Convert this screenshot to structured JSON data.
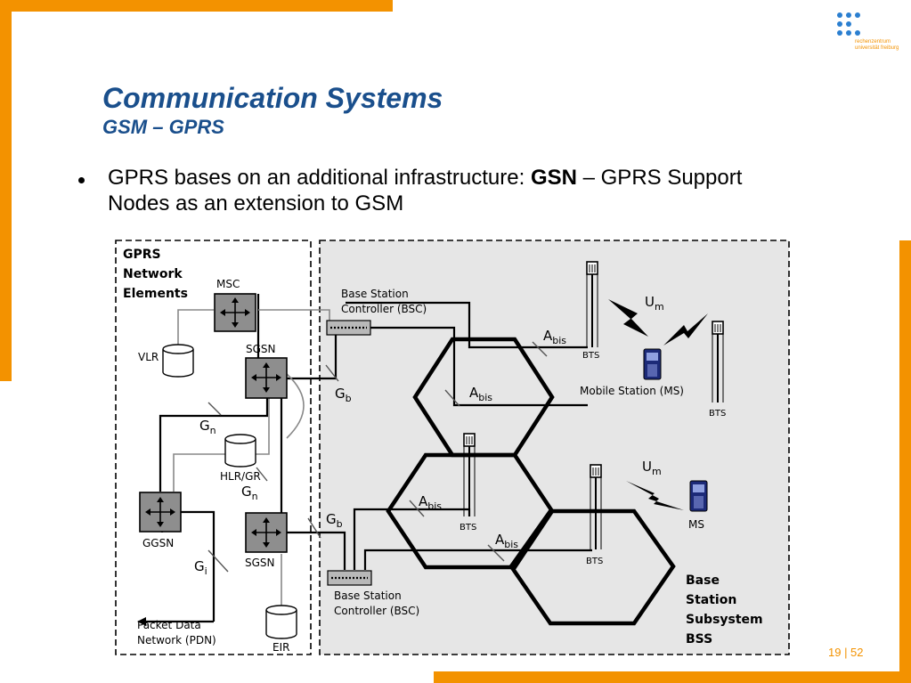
{
  "slide": {
    "title": "Communication Systems",
    "subtitle": "GSM – GPRS",
    "logo_text_1": "rechenzentrum",
    "logo_text_2": "universität freiburg",
    "bullet_prefix": "GPRS bases on an additional infrastructure: ",
    "bullet_bold": "GSN",
    "bullet_suffix": " – GPRS Support Nodes as an extension to GSM",
    "page_number": "19 | 52",
    "colors": {
      "accent": "#f39200",
      "title": "#1a4f8c",
      "logo": "#2b7fd0"
    }
  },
  "diagram": {
    "gprs_heading": [
      "GPRS",
      "Network",
      "Elements"
    ],
    "bss_heading": [
      "Base",
      "Station",
      "Subsystem",
      "BSS"
    ],
    "msc": "MSC",
    "vlr": "VLR",
    "sgsn_top": "SGSN",
    "sgsn_bottom": "SGSN",
    "ggsn": "GGSN",
    "hlr": "HLR/GR",
    "eir": "EIR",
    "bsc_top": [
      "Base Station",
      "Controller (BSC)"
    ],
    "bsc_bottom": [
      "Base Station",
      "Controller (BSC)"
    ],
    "pdn": [
      "Packet Data",
      "Network (PDN)"
    ],
    "mobile_station": "Mobile Station (MS)",
    "ms": "MS",
    "bts": "BTS",
    "g_letter": "G",
    "a_letter": "A",
    "u_letter": "U",
    "sub_b": "b",
    "sub_n": "n",
    "sub_i": "i",
    "sub_bis": "bis",
    "sub_m": "m"
  }
}
